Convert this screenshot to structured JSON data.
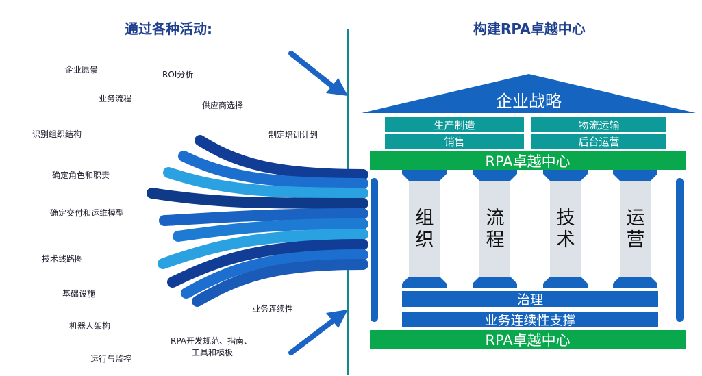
{
  "left_heading": "通过各种活动:",
  "right_heading": "构建RPA卓越中心",
  "activities": [
    "企业愿景",
    "ROI分析",
    "业务流程",
    "供应商选择",
    "识别组织结构",
    "制定培训计划",
    "确定角色和职责",
    "确定交付和运维模型",
    "技术线路图",
    "基础设施",
    "业务连续性",
    "机器人架构",
    "RPA开发规范、指南、",
    "工具和模板",
    "运行与监控"
  ],
  "roof_label": "企业战略",
  "function_boxes": [
    "生产制造",
    "物流运输",
    "销售",
    "后台运营"
  ],
  "coe_top": "RPA卓越中心",
  "pillars": [
    {
      "line1": "组",
      "line2": "织"
    },
    {
      "line1": "流",
      "line2": "程"
    },
    {
      "line1": "技",
      "line2": "术"
    },
    {
      "line1": "运",
      "line2": "营"
    }
  ],
  "governance": "治理",
  "continuity": "业务连续性支撑",
  "coe_bottom": "RPA卓越中心",
  "colors": {
    "heading": "#1f3f8f",
    "roof": "#1565c0",
    "teal_box": "#0f9a9a",
    "green_band": "#0aa84c",
    "blue_bar": "#1565c0",
    "pillar": "#dde2e8",
    "divider": "#14878f"
  },
  "icons": [
    "arrow-down-right-icon",
    "arrow-up-right-icon"
  ]
}
